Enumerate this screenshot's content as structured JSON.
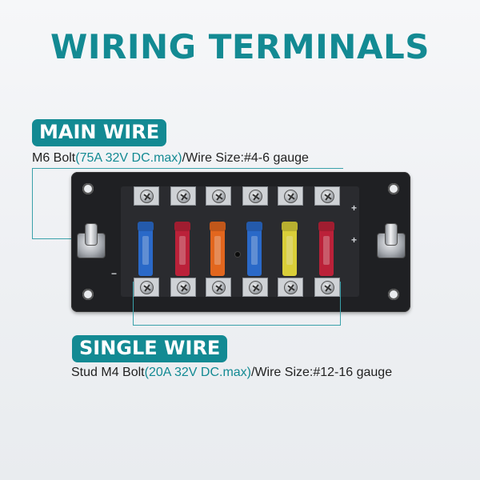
{
  "title": "WIRING TERMINALS",
  "main_wire": {
    "label": "MAIN WIRE",
    "prefix": "M6 Bolt",
    "spec": "(75A 32V DC.max)",
    "suffix": "/Wire Size:#4-6 gauge"
  },
  "single_wire": {
    "label": "SINGLE WIRE",
    "prefix": "Stud M4 Bolt",
    "spec": "(20A 32V DC.max)",
    "suffix": "/Wire Size:#12-16 gauge"
  },
  "colors": {
    "accent": "#138a93",
    "block": "#1f2023"
  },
  "fuses": [
    {
      "color": "#2a6fd6",
      "name": "blue"
    },
    {
      "color": "#c8213a",
      "name": "red"
    },
    {
      "color": "#f26b1d",
      "name": "orange"
    },
    {
      "color": "#2a6fd6",
      "name": "blue"
    },
    {
      "color": "#e8dc3a",
      "name": "yellow"
    },
    {
      "color": "#c8213a",
      "name": "red"
    }
  ],
  "symbols": {
    "plus": "+",
    "minus": "−"
  }
}
